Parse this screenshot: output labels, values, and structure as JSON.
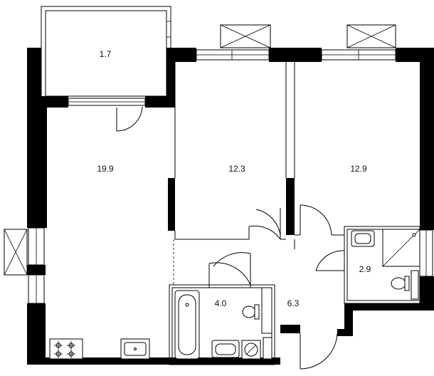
{
  "rooms": [
    {
      "id": "balcony",
      "area": "1.7"
    },
    {
      "id": "living-kitchen",
      "area": "19.9"
    },
    {
      "id": "bedroom-1",
      "area": "12.3"
    },
    {
      "id": "bedroom-2",
      "area": "12.9"
    },
    {
      "id": "bathroom",
      "area": "4.0"
    },
    {
      "id": "hallway",
      "area": "6.3"
    },
    {
      "id": "shower-room",
      "area": "2.9"
    }
  ]
}
